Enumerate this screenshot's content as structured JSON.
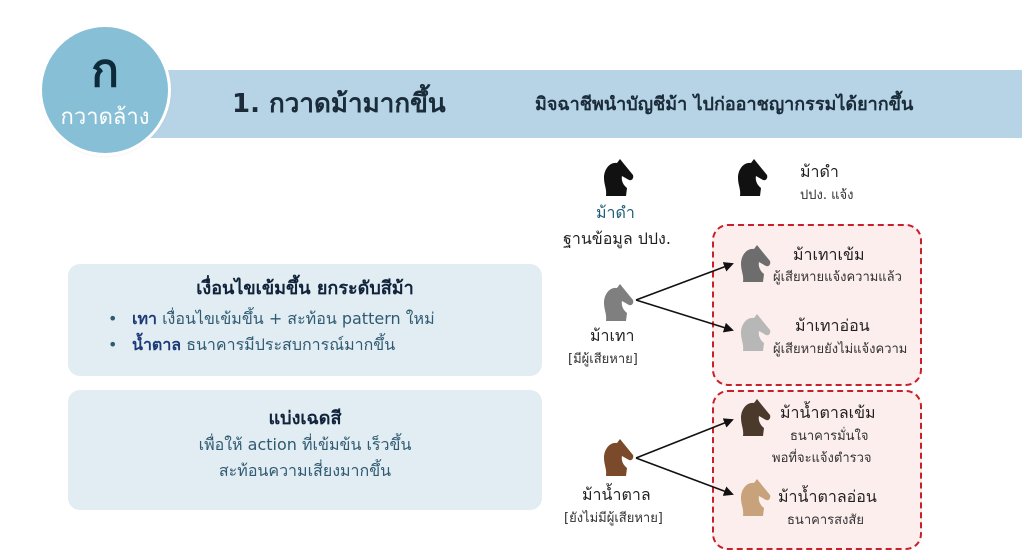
{
  "badge": {
    "letter": "ก",
    "caption": "กวาดล้าง"
  },
  "header": {
    "title": "1. กวาดม้ามากขึ้น",
    "subtitle": "มิจฉาชีพนำบัญชีม้า ไปก่ออาชญากรรมได้ยากขึ้น"
  },
  "card_conditions": {
    "title": "เงื่อนไขเข้มขึ้น ยกระดับสีม้า",
    "bullets": [
      {
        "key": "เทา",
        "text": " เงื่อนไขเข้มขึ้น + สะท้อน pattern ใหม่"
      },
      {
        "key": "น้ำตาล",
        "text": " ธนาคารมีประสบการณ์มากขึ้น"
      }
    ]
  },
  "card_split": {
    "title": "แบ่งเฉดสี",
    "line1": "เพื่อให้ action ที่เข้มข้น เร็วขึ้น",
    "line2": "สะท้อนความเสี่ยงมากขึ้น"
  },
  "horses": {
    "black_db": {
      "name": "ม้าดำ",
      "note": "ฐานข้อมูล ปปง.",
      "color": "#111111"
    },
    "black_report": {
      "name": "ม้าดำ",
      "note": "ปปง. แจ้ง",
      "color": "#111111"
    },
    "grey": {
      "name": "ม้าเทา",
      "note": "[มีผู้เสียหาย]",
      "color": "#7f7f7f"
    },
    "grey_dark": {
      "name": "ม้าเทาเข้ม",
      "note": "ผู้เสียหายแจ้งความแล้ว",
      "color": "#6d6d6d"
    },
    "grey_light": {
      "name": "ม้าเทาอ่อน",
      "note": "ผู้เสียหายยังไม่แจ้งความ",
      "color": "#b7b7b7"
    },
    "brown": {
      "name": "ม้าน้ำตาล",
      "note": "[ยังไม่มีผู้เสียหาย]",
      "color": "#7a4a2a"
    },
    "brown_dark": {
      "name": "ม้าน้ำตาลเข้ม",
      "note1": "ธนาคารมั่นใจ",
      "note2": "พอที่จะแจ้งตำรวจ",
      "color": "#4b3a2c"
    },
    "brown_light": {
      "name": "ม้าน้ำตาลอ่อน",
      "note": "ธนาคารสงสัย",
      "color": "#c8a27a"
    }
  },
  "colors": {
    "banner": "#b7d4e6",
    "badge": "#86bfd6",
    "card": "#e2edf3",
    "dash_border": "#c8202a",
    "dash_fill": "#fdeeee"
  },
  "icons": [
    "horse-head-icon"
  ]
}
